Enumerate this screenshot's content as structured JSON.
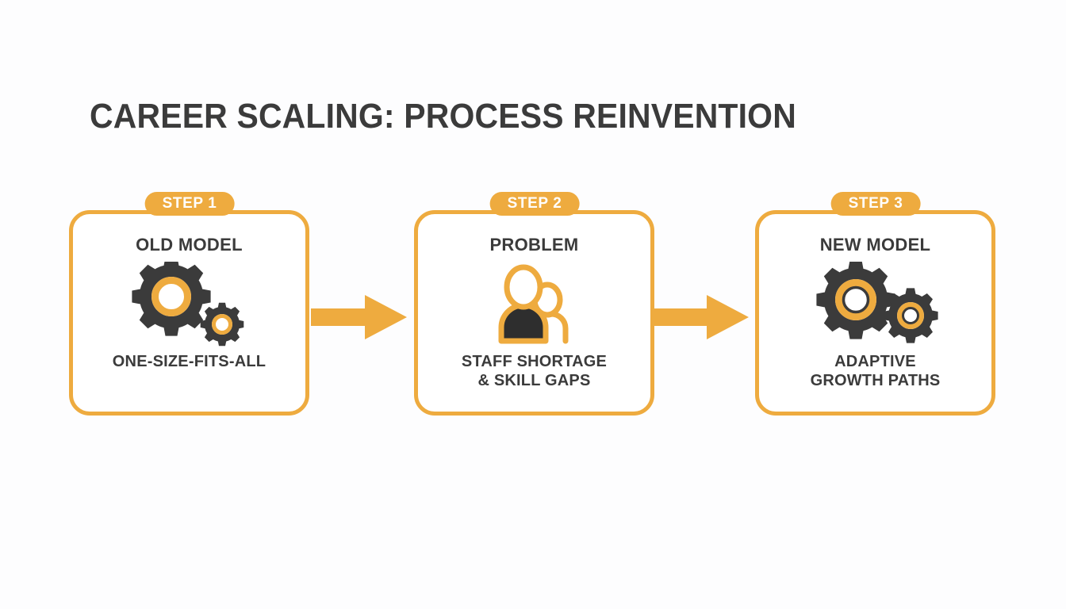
{
  "page": {
    "title": "CAREER SCALING: PROCESS REINVENTION",
    "background_color": "#fdfdfe",
    "accent_color": "#eeab3f",
    "dark_color": "#3b3b3b"
  },
  "steps": [
    {
      "badge": "STEP 1",
      "heading": "OLD MODEL",
      "caption": "ONE-SIZE-FITS-ALL",
      "icon": "two-gears-icon"
    },
    {
      "badge": "STEP 2",
      "heading": "PROBLEM",
      "caption": "STAFF SHORTAGE\n& SKILL GAPS",
      "icon": "people-group-icon"
    },
    {
      "badge": "STEP 3",
      "heading": "NEW MODEL",
      "caption": "ADAPTIVE\nGROWTH PATHS",
      "icon": "two-gears-icon"
    }
  ],
  "connectors": [
    {
      "icon": "arrow-right-icon"
    },
    {
      "icon": "arrow-right-icon"
    }
  ]
}
